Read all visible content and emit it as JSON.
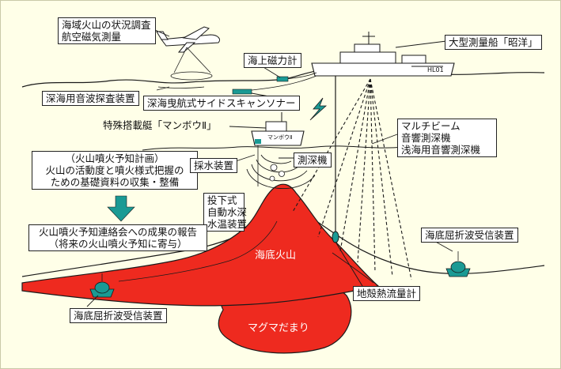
{
  "colors": {
    "background": "#ffffe8",
    "magma": "#ee2a1f",
    "teal": "#1a9a94",
    "line": "#1a1a1a"
  },
  "icons": [
    "airplane-icon",
    "survey-ship-icon",
    "survey-boat-icon",
    "arrow-down-icon",
    "seismic-receiver-icon",
    "heat-flow-probe-icon"
  ],
  "labels": {
    "aircraft_survey": [
      "海域火山の状況調査",
      "航空磁気測量"
    ],
    "survey_ship": "大型測量船「昭洋」",
    "marine_magnetometer": "海上磁力計",
    "deep_sea_sounder": "深海用音波探査装置",
    "side_scan_sonar": "深海曳航式サイドスキャンソナー",
    "survey_boat": "特殊搭載艇「マンボウⅡ」",
    "multibeam": [
      "マルチビーム",
      "音響測深機",
      "浅海用音響測深機"
    ],
    "plan": [
      "（火山噴火予知計画）",
      "火山の活動度と噴火様式把握の",
      "ための基礎資料の収集・整備"
    ],
    "water_sampler": "採水装置",
    "depth_sounder": "測深機",
    "xbt": [
      "投下式",
      "自動水深",
      "水温装置"
    ],
    "report": [
      "火山噴火予知連絡会への成果の報告",
      "（将来の火山噴火予知に寄与）"
    ],
    "obs_right": "海底屈折波受信装置",
    "obs_left": "海底屈折波受信装置",
    "volcano": "海底火山",
    "heat_flow": "地殻熱流量計",
    "magma": "マグマだまり",
    "ship_hull": "HL01",
    "boat_hull": "マンボウⅡ"
  }
}
